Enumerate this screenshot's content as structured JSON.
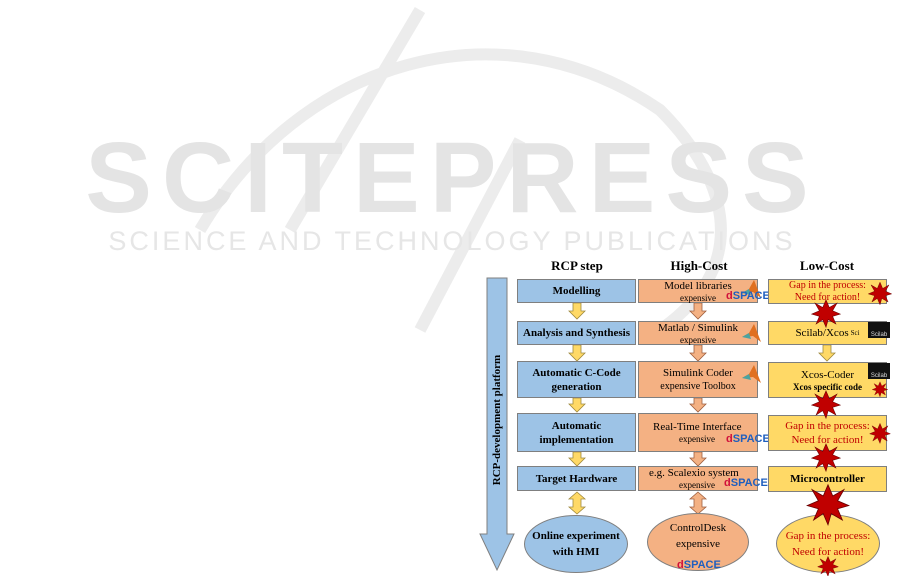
{
  "watermark": {
    "line1": "SCITEPRESS",
    "line2": "SCIENCE AND TECHNOLOGY PUBLICATIONS"
  },
  "diagram": {
    "side_label": "RCP-development platform",
    "headers": [
      "RCP step",
      "High-Cost",
      "Low-Cost"
    ],
    "rcp_steps": [
      "Modelling",
      "Analysis and Synthesis",
      "Automatic C-Code generation",
      "Automatic implementation",
      "Target Hardware"
    ],
    "rcp_oval": "Online experiment with HMI",
    "high_cost": [
      {
        "main": "Model libraries",
        "sub": "expensive"
      },
      {
        "main": "Matlab / Simulink",
        "sub": "expensive"
      },
      {
        "main": "Simulink Coder",
        "sub": "expensive Toolbox"
      },
      {
        "main": "Real-Time Interface",
        "sub": "expensive"
      },
      {
        "main": "e.g. Scalexio system",
        "sub": "expensive"
      }
    ],
    "high_oval": {
      "main": "ControlDesk",
      "sub": "expensive"
    },
    "low_cost": [
      {
        "main": "Gap in the process:",
        "sub": "Need for action!"
      },
      {
        "main": "Scilab/Xcos",
        "sub": ""
      },
      {
        "main": "Xcos-Coder",
        "sub": "Xcos specific code"
      },
      {
        "main": "Gap in the process:",
        "sub": "Need for action!"
      },
      {
        "main": "Microcontroller",
        "sub": ""
      }
    ],
    "low_oval": {
      "main": "Gap in the process:",
      "sub": "Need for action!"
    },
    "logo_dspace": {
      "d": "d",
      "rest": "SPACE"
    },
    "logo_scilab": "Scilab",
    "logo_scilab_prefix": "Sci",
    "colors": {
      "blue": "#9dc3e6",
      "orange": "#f4b183",
      "yellow": "#ffd966",
      "gap_red": "#c00000"
    }
  }
}
